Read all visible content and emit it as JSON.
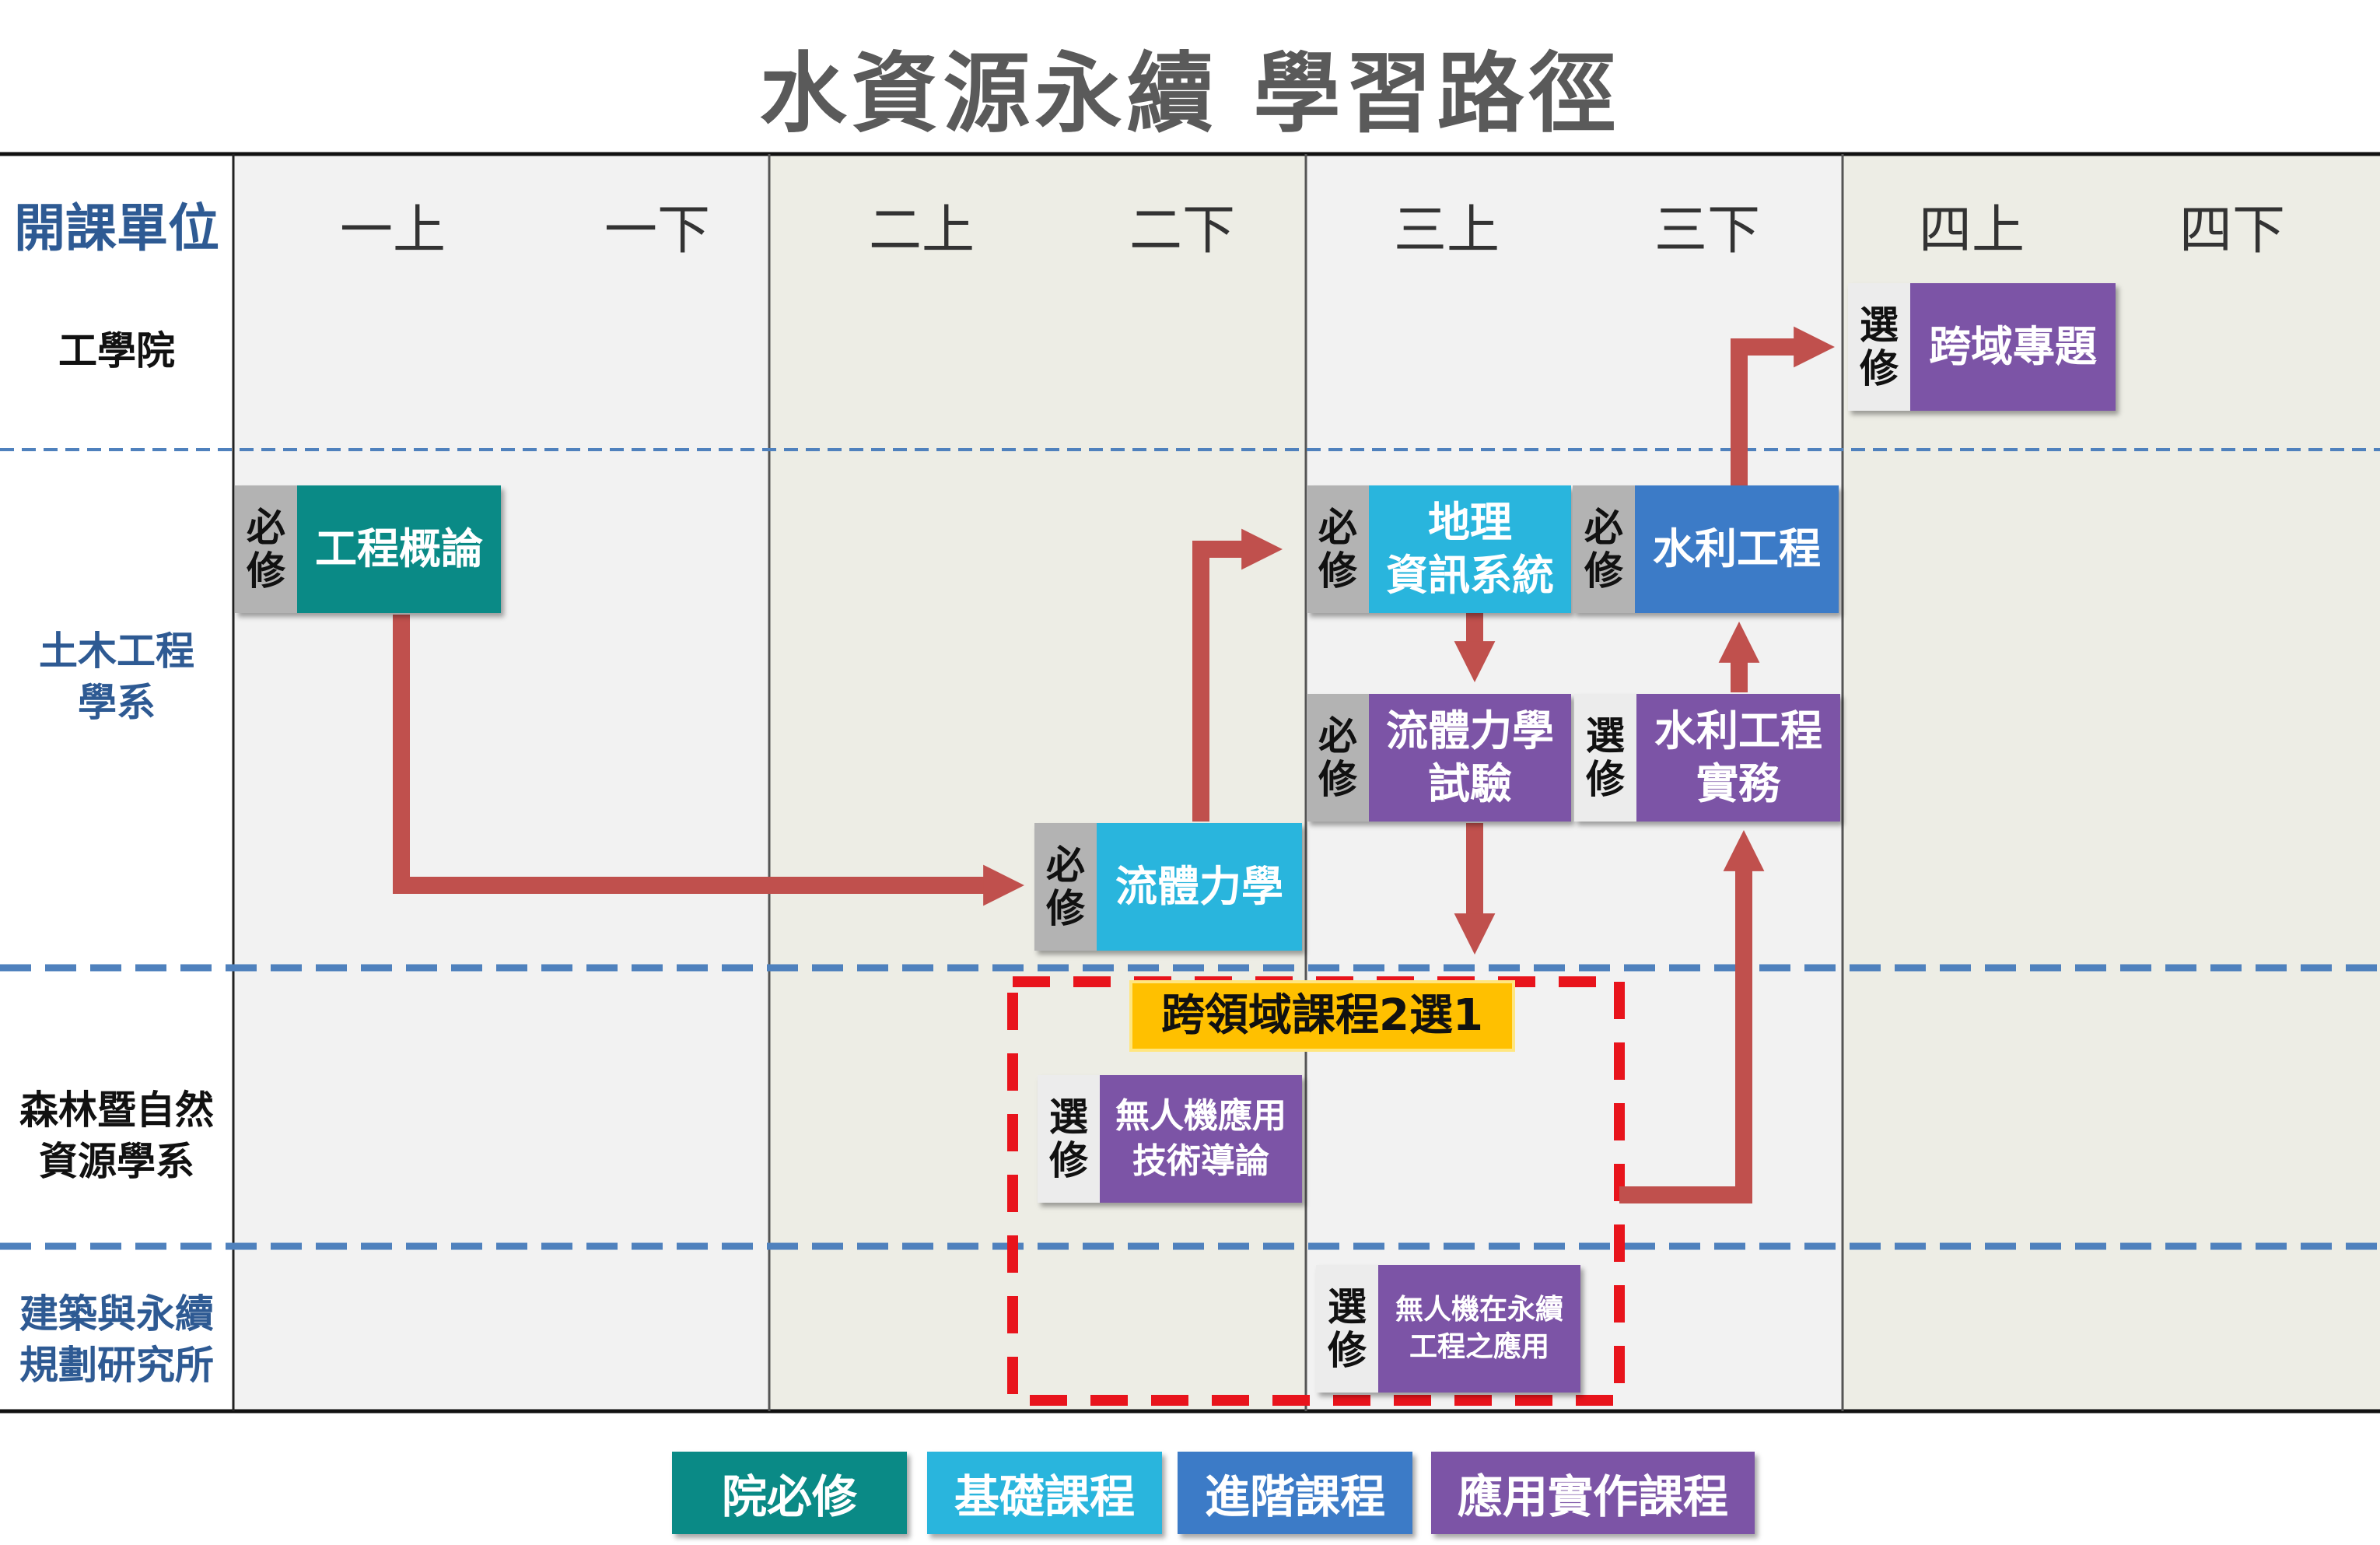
{
  "title": "水資源永續  學習路徑",
  "unit_header": "開課單位",
  "semesters": [
    "一上",
    "一下",
    "二上",
    "二下",
    "三上",
    "三下",
    "四上",
    "四下"
  ],
  "departments": {
    "engineering_college": [
      "工學院"
    ],
    "civil": [
      "土木工程",
      "學系"
    ],
    "forestry": [
      "森林暨自然",
      "資源學系"
    ],
    "architecture": [
      "建築與永續",
      "規劃研究所"
    ]
  },
  "course_type": {
    "required": [
      "必",
      "修"
    ],
    "elective": [
      "選",
      "修"
    ]
  },
  "courses": {
    "intro_engineering": [
      "工程概論"
    ],
    "fluid_mechanics": [
      "流體力學"
    ],
    "gis": [
      "地理",
      "資訊系統"
    ],
    "hydraulic_engineering": [
      "水利工程"
    ],
    "fluid_lab": [
      "流體力學",
      "試驗"
    ],
    "hydraulic_practice": [
      "水利工程",
      "實務"
    ],
    "cross_project": [
      "跨域專題"
    ],
    "drone_intro": [
      "無人機應用",
      "技術導論"
    ],
    "drone_sustain": [
      "無人機在永續",
      "工程之應用"
    ]
  },
  "cross_domain_label": "跨領域課程2選1",
  "legend": [
    "院必修",
    "基礎課程",
    "進階課程",
    "應用實作課程"
  ],
  "colors": {
    "teal": "#0a8a86",
    "cyan": "#29b5dd",
    "blue": "#3c7bc7",
    "purple": "#7c54a6",
    "arrow": "#c0504d",
    "dashed_box": "#e8141c",
    "divider": "#4f81bd",
    "highlight": "#ffc000"
  }
}
